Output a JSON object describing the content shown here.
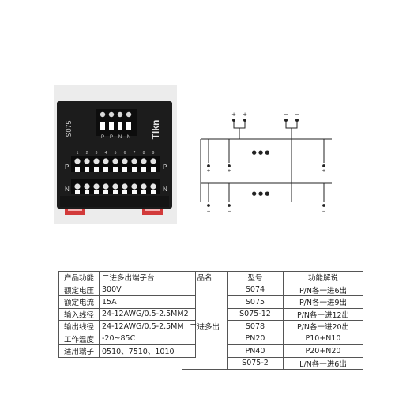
{
  "photo": {
    "model_label": "S075",
    "brand": "Tlkn",
    "input_labels": [
      "P",
      "P",
      "N",
      "N"
    ],
    "row_numbers": [
      "1",
      "2",
      "3",
      "4",
      "5",
      "6",
      "7",
      "8",
      "9"
    ],
    "side_label_top": "P",
    "side_label_top_right": "P",
    "side_label_bottom": "N",
    "side_label_bottom_right": "N"
  },
  "diagram": {
    "input_pos_symbols": [
      "+",
      "+"
    ],
    "input_neg_symbols": [
      "−",
      "−"
    ],
    "ellipsis": "● ● ●",
    "plus_symbol": "+",
    "minus_symbol": "−"
  },
  "spec_table": {
    "rows": [
      {
        "label": "产品功能",
        "value": "二进多出端子台"
      },
      {
        "label": "额定电压",
        "value": "300V"
      },
      {
        "label": "额定电流",
        "value": "15A"
      },
      {
        "label": "输入线径",
        "value": "24-12AWG/0.5-2.5MM2"
      },
      {
        "label": "输出线径",
        "value": "24-12AWG/0.5-2.5MM"
      },
      {
        "label": "工作温度",
        "value": "-20~85C"
      },
      {
        "label": "适用端子",
        "value": "0510、7510、1010"
      }
    ]
  },
  "model_table": {
    "headers": [
      "品名",
      "型号",
      "功能解说"
    ],
    "group_name": "二进多出",
    "rows": [
      {
        "model": "S074",
        "desc": "P/N各一进6出"
      },
      {
        "model": "S075",
        "desc": "P/N各一进9出"
      },
      {
        "model": "S075-12",
        "desc": "P/N各一进12出"
      },
      {
        "model": "S078",
        "desc": "P/N各一进20出"
      },
      {
        "model": "PN20",
        "desc": "P10+N10"
      },
      {
        "model": "PN40",
        "desc": "P20+N20"
      },
      {
        "model": "S075-2",
        "desc": "L/N各一进6出"
      }
    ]
  }
}
